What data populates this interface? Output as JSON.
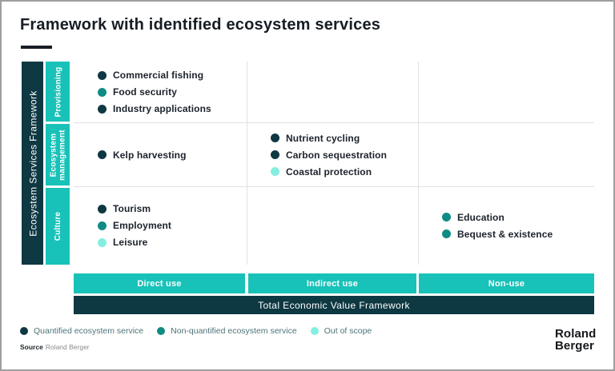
{
  "page": {
    "title": "Framework with identified ecosystem services"
  },
  "colors": {
    "quantified": "#0e3842",
    "non_quantified": "#0e8c84",
    "out_of_scope": "#84efe0",
    "accent_teal": "#18c2b8",
    "dark_petrol": "#0e3842"
  },
  "framework": {
    "axis_label": "Ecosystem Services Framework",
    "rows": [
      {
        "label": "Provisioning"
      },
      {
        "label": "Ecosystem management"
      },
      {
        "label": "Culture"
      }
    ]
  },
  "grid": {
    "rows": [
      {
        "cells": [
          {
            "items": [
              {
                "label": "Commercial fishing",
                "status": "quantified"
              },
              {
                "label": "Food security",
                "status": "non_quantified"
              },
              {
                "label": "Industry applications",
                "status": "quantified"
              }
            ]
          },
          {
            "items": []
          },
          {
            "items": []
          }
        ]
      },
      {
        "cells": [
          {
            "items": [
              {
                "label": "Kelp harvesting",
                "status": "quantified"
              }
            ]
          },
          {
            "items": [
              {
                "label": "Nutrient cycling",
                "status": "quantified"
              },
              {
                "label": "Carbon sequestration",
                "status": "quantified"
              },
              {
                "label": "Coastal protection",
                "status": "out_of_scope"
              }
            ]
          },
          {
            "items": []
          }
        ]
      },
      {
        "cells": [
          {
            "items": [
              {
                "label": "Tourism",
                "status": "quantified"
              },
              {
                "label": "Employment",
                "status": "non_quantified"
              },
              {
                "label": "Leisure",
                "status": "out_of_scope"
              }
            ]
          },
          {
            "items": []
          },
          {
            "items": [
              {
                "label": "Education",
                "status": "non_quantified"
              },
              {
                "label": "Bequest & existence",
                "status": "non_quantified"
              }
            ]
          }
        ]
      }
    ]
  },
  "tev": {
    "columns": [
      {
        "label": "Direct use"
      },
      {
        "label": "Indirect use"
      },
      {
        "label": "Non-use"
      }
    ],
    "bar_label": "Total Economic Value Framework"
  },
  "legend": [
    {
      "label": "Quantified ecosystem service",
      "status": "quantified"
    },
    {
      "label": "Non-quantified ecosystem service",
      "status": "non_quantified"
    },
    {
      "label": "Out of scope",
      "status": "out_of_scope"
    }
  ],
  "source": {
    "prefix": "Source",
    "value": "Roland Berger"
  },
  "logo": {
    "line1": "Roland",
    "line2": "Berger"
  }
}
